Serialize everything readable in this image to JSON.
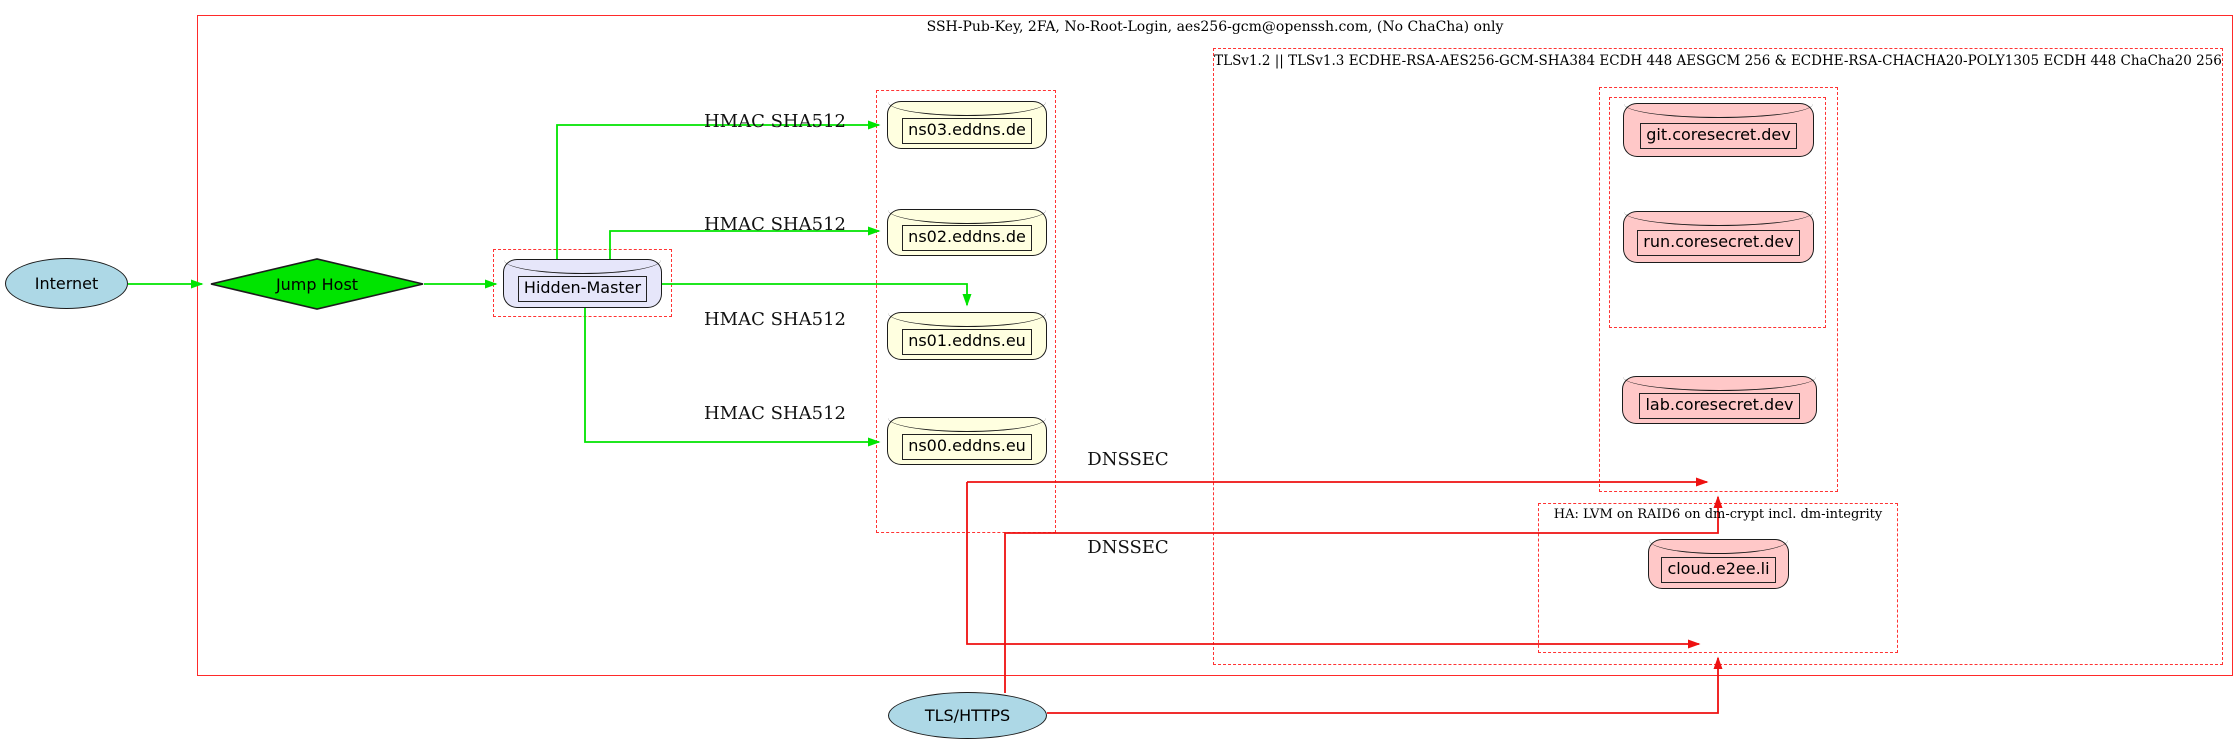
{
  "clusters": {
    "ssh_box": {
      "label": "SSH-Pub-Key, 2FA, No-Root-Login, aes256-gcm@openssh.com, (No ChaCha) only"
    },
    "tls_box": {
      "label": "TLSv1.2 || TLSv1.3 ECDHE-RSA-AES256-GCM-SHA384 ECDH 448 AESGCM 256 & ECDHE-RSA-CHACHA20-POLY1305 ECDH 448 ChaCha20 256"
    },
    "ha_box": {
      "label": "HA: LVM on RAID6 on dm-crypt incl. dm-integrity"
    }
  },
  "nodes": {
    "internet": {
      "label": "Internet",
      "fill": "#add8e6"
    },
    "jump_host": {
      "label": "Jump Host",
      "fill": "#00e400"
    },
    "hidden_master": {
      "label": "Hidden-Master",
      "fill": "#e6e6fa"
    },
    "ns03": {
      "label": "ns03.eddns.de",
      "fill": "#ffffe0"
    },
    "ns02": {
      "label": "ns02.eddns.de",
      "fill": "#ffffe0"
    },
    "ns01": {
      "label": "ns01.eddns.eu",
      "fill": "#ffffe0"
    },
    "ns00": {
      "label": "ns00.eddns.eu",
      "fill": "#ffffe0"
    },
    "git": {
      "label": "git.coresecret.dev",
      "fill": "#ffc8c8"
    },
    "run": {
      "label": "run.coresecret.dev",
      "fill": "#ffc8c8"
    },
    "lab": {
      "label": "lab.coresecret.dev",
      "fill": "#ffc8c8"
    },
    "cloud": {
      "label": "cloud.e2ee.li",
      "fill": "#ffc8c8"
    },
    "tls_https": {
      "label": "TLS/HTTPS",
      "fill": "#add8e6"
    }
  },
  "edges": {
    "hmac_label": "HMAC SHA512",
    "dnssec_label": "DNSSEC"
  },
  "colors": {
    "edge_green": "#00e400",
    "edge_red": "#ee1111",
    "box_red_solid": "#ff2a2a",
    "box_red_dashed": "#ff3333"
  }
}
